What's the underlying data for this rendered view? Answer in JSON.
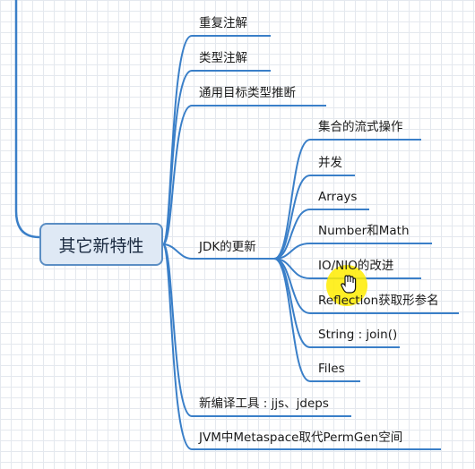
{
  "root": {
    "label": "其它新特性"
  },
  "branches": [
    {
      "label": "重复注解"
    },
    {
      "label": "类型注解"
    },
    {
      "label": "通用目标类型推断"
    },
    {
      "label": "JDK的更新",
      "children": [
        {
          "label": "集合的流式操作"
        },
        {
          "label": "并发"
        },
        {
          "label": "Arrays"
        },
        {
          "label": "Number和Math"
        },
        {
          "label": "IO/NIO的改进"
        },
        {
          "label": "Reflection获取形参名"
        },
        {
          "label": "String : join()"
        },
        {
          "label": "Files"
        }
      ]
    },
    {
      "label": "新编译工具 : jjs、jdeps"
    },
    {
      "label": "JVM中Metaspace取代PermGen空间"
    }
  ],
  "colors": {
    "line": "#3a7fc8",
    "root_border": "#5b8ec4",
    "root_fill": "#dfe9f5",
    "cursor": "#ffec00"
  },
  "cursor_icon": "hand-pointer-icon"
}
